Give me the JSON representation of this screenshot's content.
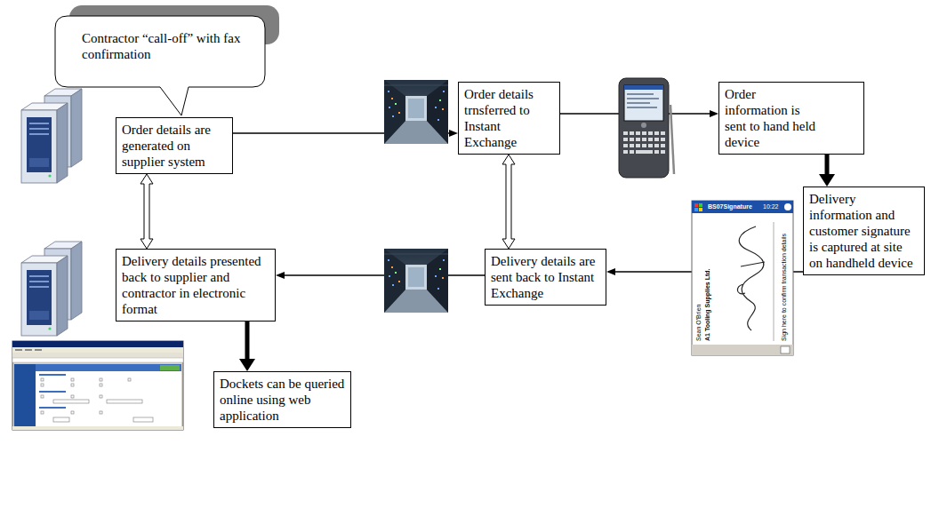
{
  "diagram": {
    "nodes": [
      {
        "text": [
          "Contractor “call-off” with fax confirmation"
        ]
      },
      {
        "text": [
          "Order details are generated on supplier system"
        ]
      },
      {
        "text": [
          "Order details trnsferred to Instant Exchange"
        ]
      },
      {
        "text": [
          "Order information is sent to hand held device"
        ]
      },
      {
        "text": [
          "Delivery information and customer signature is captured at site on handheld device"
        ]
      },
      {
        "text": [
          "Delivery details are sent back to Instant Exchange"
        ]
      },
      {
        "text": [
          "Delivery details presented back to supplier and contractor in electronic format"
        ]
      },
      {
        "text": [
          "Dockets can be queried online using web application"
        ]
      }
    ],
    "edges": [
      {
        "from": 1,
        "to": 2,
        "arrow": "to"
      },
      {
        "from": 2,
        "to": 3,
        "arrow": "to"
      },
      {
        "from": 3,
        "to": 4,
        "arrow": "to"
      },
      {
        "from": 4,
        "to": 5,
        "arrow": "to"
      },
      {
        "from": 5,
        "to": 6,
        "arrow": "to"
      },
      {
        "from": 6,
        "to": 7,
        "arrow": "to"
      },
      {
        "from": 1,
        "to": 6,
        "arrow": "both"
      },
      {
        "from": 2,
        "to": 5,
        "arrow": "both"
      }
    ],
    "labels": [
      "BS07Signature",
      "10:22",
      "Sean O'Brien",
      "A1 Tooling Supplies Ltd.",
      "Sign here to confirm transaction details"
    ]
  }
}
